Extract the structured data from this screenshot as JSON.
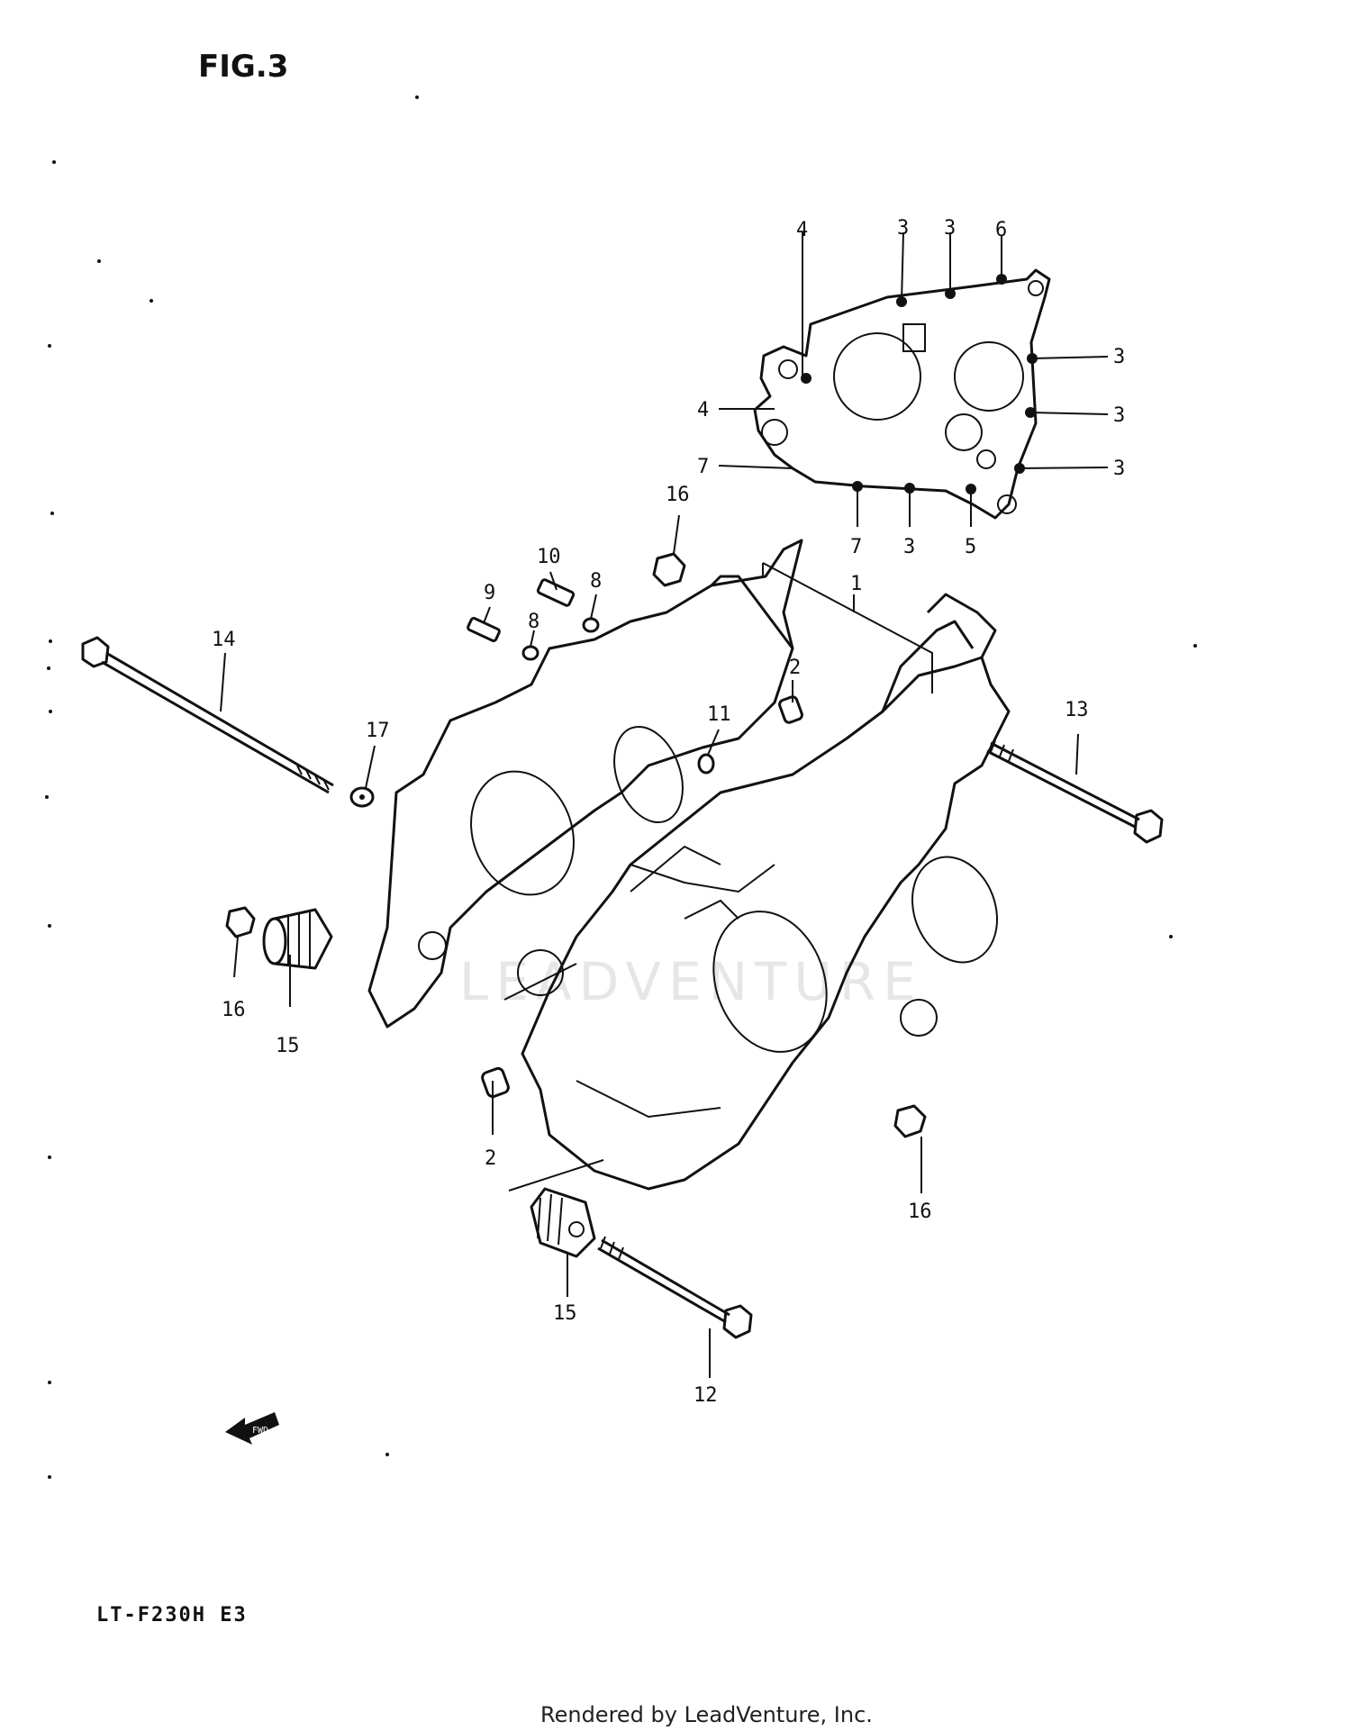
{
  "figure": {
    "title": "FIG.3",
    "model_code": "LT-F230H E3",
    "footer": "Rendered by LeadVenture, Inc.",
    "watermark": "LEADVENTURE",
    "fwd_label": "FWD"
  },
  "callouts": [
    {
      "id": "c1",
      "text": "1"
    },
    {
      "id": "c2a",
      "text": "2"
    },
    {
      "id": "c2b",
      "text": "2"
    },
    {
      "id": "c3a",
      "text": "3"
    },
    {
      "id": "c3b",
      "text": "3"
    },
    {
      "id": "c3c",
      "text": "3"
    },
    {
      "id": "c3d",
      "text": "3"
    },
    {
      "id": "c3e",
      "text": "3"
    },
    {
      "id": "c3f",
      "text": "3"
    },
    {
      "id": "c4a",
      "text": "4"
    },
    {
      "id": "c4b",
      "text": "4"
    },
    {
      "id": "c5",
      "text": "5"
    },
    {
      "id": "c6",
      "text": "6"
    },
    {
      "id": "c7a",
      "text": "7"
    },
    {
      "id": "c7b",
      "text": "7"
    },
    {
      "id": "c8a",
      "text": "8"
    },
    {
      "id": "c8b",
      "text": "8"
    },
    {
      "id": "c9",
      "text": "9"
    },
    {
      "id": "c10",
      "text": "10"
    },
    {
      "id": "c11",
      "text": "11"
    },
    {
      "id": "c12",
      "text": "12"
    },
    {
      "id": "c13",
      "text": "13"
    },
    {
      "id": "c14",
      "text": "14"
    },
    {
      "id": "c15a",
      "text": "15"
    },
    {
      "id": "c15b",
      "text": "15"
    },
    {
      "id": "c16a",
      "text": "16"
    },
    {
      "id": "c16b",
      "text": "16"
    },
    {
      "id": "c16c",
      "text": "16"
    },
    {
      "id": "c17",
      "text": "17"
    }
  ]
}
